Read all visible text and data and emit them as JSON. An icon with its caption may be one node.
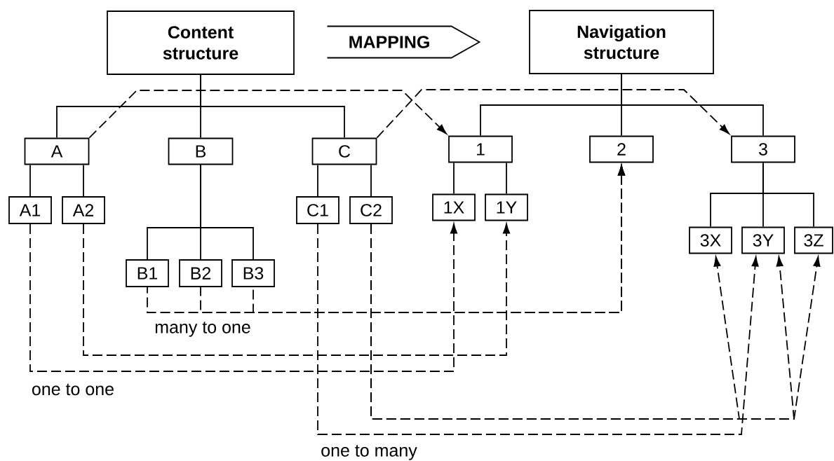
{
  "diagram": {
    "nodes": [
      {
        "text": [
          "Content structure"
        ]
      },
      {
        "text": [
          "MAPPING"
        ]
      },
      {
        "text": [
          "Navigation structure"
        ]
      },
      {
        "text": [
          "A"
        ]
      },
      {
        "text": [
          "B"
        ]
      },
      {
        "text": [
          "C"
        ]
      },
      {
        "text": [
          "1"
        ]
      },
      {
        "text": [
          "2"
        ]
      },
      {
        "text": [
          "3"
        ]
      },
      {
        "text": [
          "A1"
        ]
      },
      {
        "text": [
          "A2"
        ]
      },
      {
        "text": [
          "C1"
        ]
      },
      {
        "text": [
          "C2"
        ]
      },
      {
        "text": [
          "1X"
        ]
      },
      {
        "text": [
          "1Y"
        ]
      },
      {
        "text": [
          "B1"
        ]
      },
      {
        "text": [
          "B2"
        ]
      },
      {
        "text": [
          "B3"
        ]
      },
      {
        "text": [
          "3X"
        ]
      },
      {
        "text": [
          "3Y"
        ]
      },
      {
        "text": [
          "3Z"
        ]
      }
    ],
    "edges": [
      {
        "from": 0,
        "to": 3,
        "arrow": "none"
      },
      {
        "from": 0,
        "to": 4,
        "arrow": "none"
      },
      {
        "from": 0,
        "to": 5,
        "arrow": "none"
      },
      {
        "from": 2,
        "to": 6,
        "arrow": "none"
      },
      {
        "from": 2,
        "to": 7,
        "arrow": "none"
      },
      {
        "from": 2,
        "to": 8,
        "arrow": "none"
      },
      {
        "from": 3,
        "to": 9,
        "arrow": "none"
      },
      {
        "from": 3,
        "to": 10,
        "arrow": "none"
      },
      {
        "from": 5,
        "to": 11,
        "arrow": "none"
      },
      {
        "from": 5,
        "to": 12,
        "arrow": "none"
      },
      {
        "from": 6,
        "to": 13,
        "arrow": "none"
      },
      {
        "from": 6,
        "to": 14,
        "arrow": "none"
      },
      {
        "from": 4,
        "to": 15,
        "arrow": "none"
      },
      {
        "from": 4,
        "to": 16,
        "arrow": "none"
      },
      {
        "from": 4,
        "to": 17,
        "arrow": "none"
      },
      {
        "from": 8,
        "to": 18,
        "arrow": "none"
      },
      {
        "from": 8,
        "to": 19,
        "arrow": "none"
      },
      {
        "from": 8,
        "to": 20,
        "arrow": "none"
      },
      {
        "from": 3,
        "to": 6,
        "arrow": "to",
        "style": "dashed"
      },
      {
        "from": 5,
        "to": 8,
        "arrow": "to",
        "style": "dashed"
      },
      {
        "from": 15,
        "to": 7,
        "arrow": "to",
        "style": "dashed"
      },
      {
        "from": 16,
        "to": 7,
        "arrow": "to",
        "style": "dashed"
      },
      {
        "from": 17,
        "to": 7,
        "arrow": "to",
        "style": "dashed"
      },
      {
        "from": 10,
        "to": 14,
        "arrow": "to",
        "style": "dashed"
      },
      {
        "from": 9,
        "to": 13,
        "arrow": "to",
        "style": "dashed"
      },
      {
        "from": 12,
        "to": 18,
        "arrow": "to",
        "style": "dashed"
      },
      {
        "from": 12,
        "to": 19,
        "arrow": "to",
        "style": "dashed"
      },
      {
        "from": 12,
        "to": 20,
        "arrow": "to",
        "style": "dashed"
      },
      {
        "from": 11,
        "to": 19,
        "arrow": "to",
        "style": "dashed"
      }
    ],
    "labels": [
      "many to one",
      "one to one",
      "one to many"
    ]
  }
}
